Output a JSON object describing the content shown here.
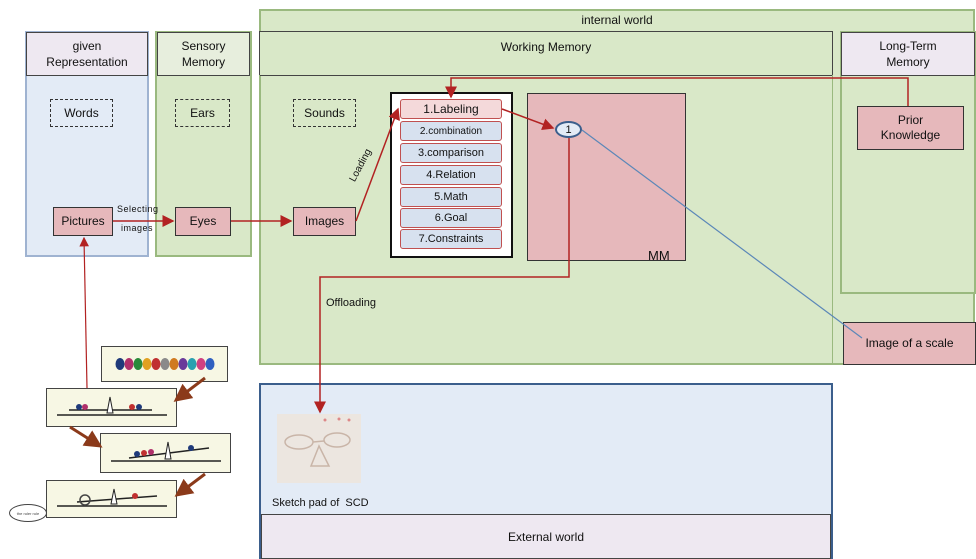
{
  "regions": {
    "internal_world": "internal world",
    "working_memory": "Working Memory",
    "given_representation": "given\nRepresentation",
    "sensory_memory": "Sensory\nMemory",
    "long_term_memory": "Long-Term\nMemory",
    "external_world": "External world"
  },
  "nodes": {
    "words": "Words",
    "ears": "Ears",
    "sounds": "Sounds",
    "pictures": "Pictures",
    "eyes": "Eyes",
    "images": "Images",
    "prior_knowledge": "Prior\nKnowledge",
    "image_of_scale": "Image of a scale",
    "mm": "MM",
    "mm_circle": "1",
    "sketch_pad": "Sketch pad of  SCD"
  },
  "steps": [
    "1.Labeling",
    "2.combination",
    "3.comparison",
    "4.Relation",
    "5.Math",
    "6.Goal",
    "7.Constraints"
  ],
  "labels": {
    "selecting": "Selecting",
    "images_edge": "images",
    "loading": "Loading",
    "offloading": "Offloading",
    "speech_bubble": "the ruler rule"
  },
  "colors": {
    "arrow": "#b22222",
    "link": "#5b87b8",
    "brown_arrow": "#8b3a1a"
  }
}
